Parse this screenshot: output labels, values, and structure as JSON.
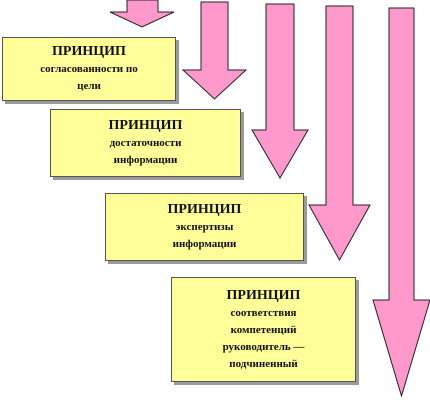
{
  "colors": {
    "arrow_fill": "#ff99cc",
    "arrow_stroke": "#222222",
    "box_fill": "#ffff99",
    "box_border": "#555555",
    "box_shadow": "#9a9a9a"
  },
  "principles": [
    {
      "title": "ПРИНЦИП",
      "lines": [
        "согласованности по",
        "цели"
      ]
    },
    {
      "title": "ПРИНЦИП",
      "lines": [
        "достаточности",
        "информации"
      ]
    },
    {
      "title": "ПРИНЦИП",
      "lines": [
        "экспертизы",
        "информации"
      ]
    },
    {
      "title": "ПРИНЦИП",
      "lines": [
        "соответствия",
        "компетенций",
        "руководитель —",
        "подчиненный"
      ]
    }
  ]
}
